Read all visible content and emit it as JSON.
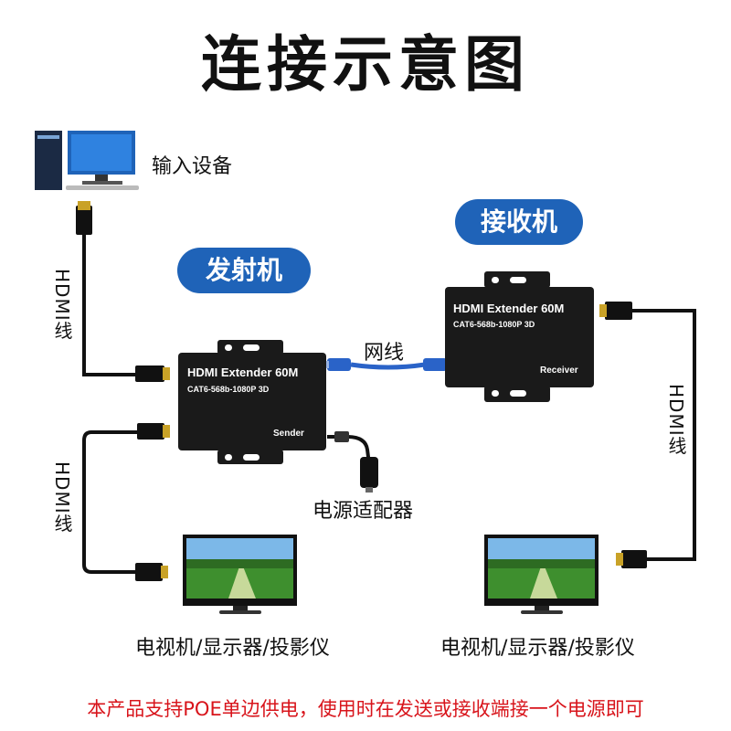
{
  "title": "连接示意图",
  "input_device_label": "输入设备",
  "sender_label": "发射机",
  "receiver_label": "接收机",
  "network_cable_label": "网线",
  "hdmi_cable_label": "HDMI线",
  "power_adapter_label": "电源适配器",
  "display_label": "电视机/显示器/投影仪",
  "sender_device": {
    "name": "HDMI Extender  60M",
    "spec": "CAT6-568b-1080P 3D",
    "role": "Sender"
  },
  "receiver_device": {
    "name": "HDMI Extender  60M",
    "spec": "CAT6-568b-1080P 3D",
    "role": "Receiver"
  },
  "footer_note": "本产品支持POE单边供电，使用时在发送或接收端接一个电源即可",
  "colors": {
    "accent_blue": "#1f63b8",
    "footer_red": "#d8141b",
    "cable_blue": "#2a63c8",
    "device_black": "#1a1a1a"
  }
}
